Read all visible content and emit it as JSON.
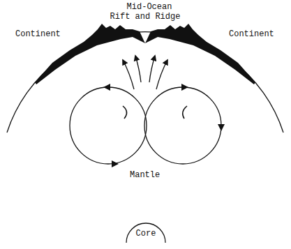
{
  "diagram": {
    "nodes": [
      {
        "text": [
          "Core"
        ]
      }
    ],
    "labels": [
      "Mid-Ocean Rift and Ridge",
      "Continent",
      "Continent",
      "Mantle"
    ]
  }
}
